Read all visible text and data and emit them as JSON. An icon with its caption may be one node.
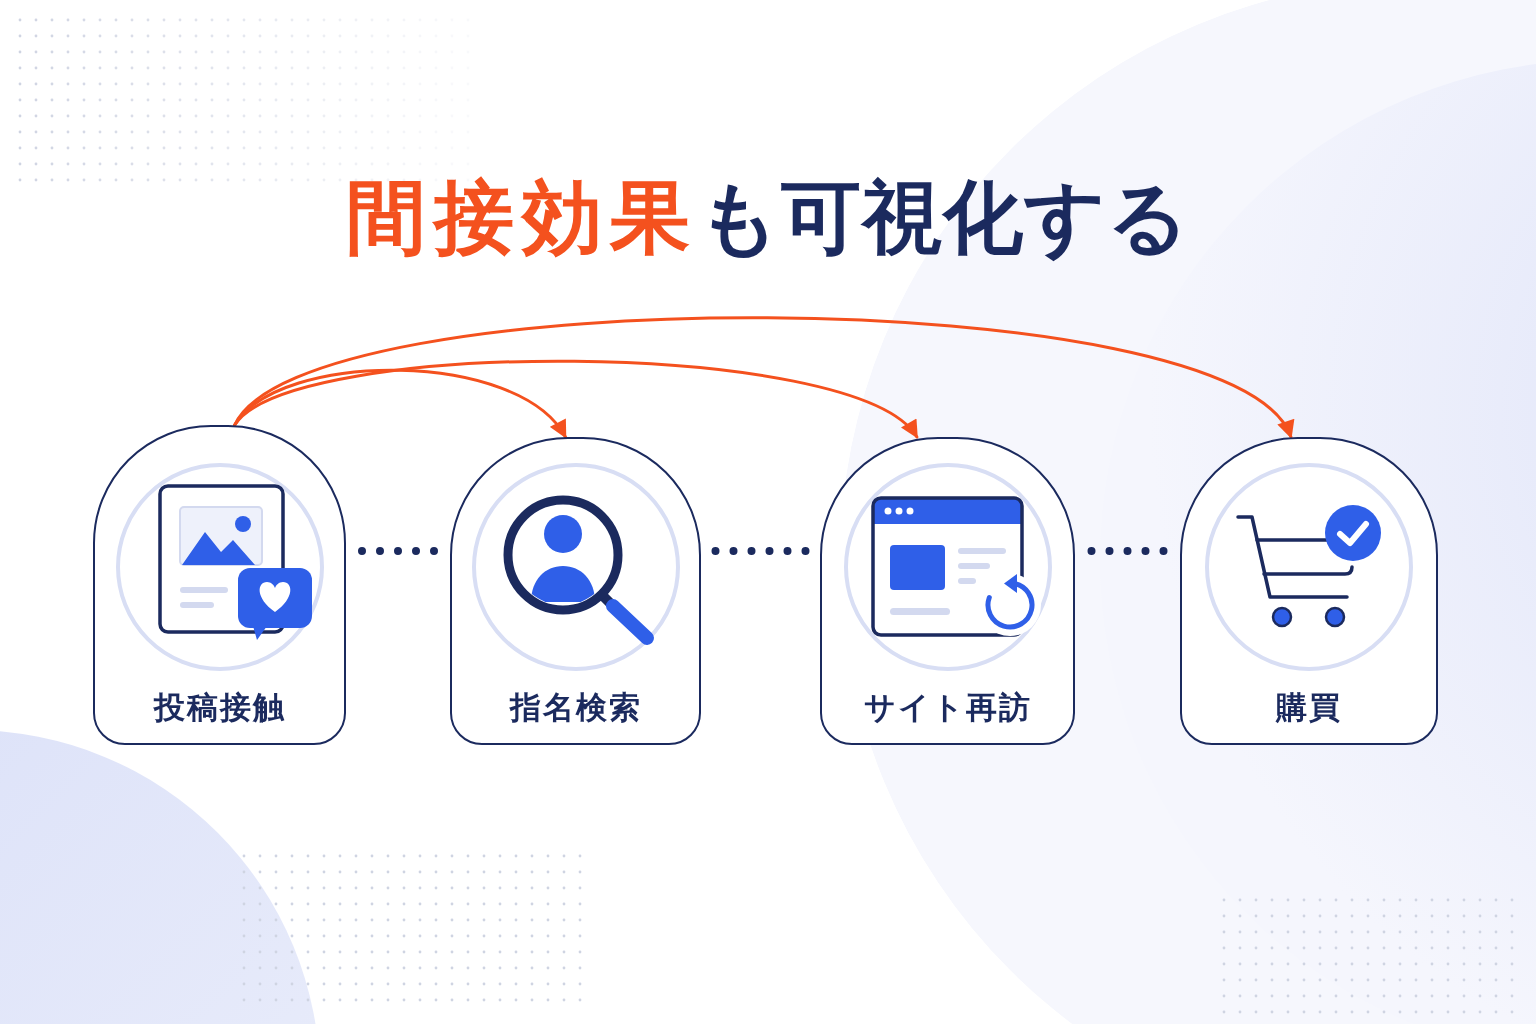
{
  "diagram": {
    "title": "**間接効果**も可視化する",
    "nodes": [
      {
        "text": [
          "投稿接触"
        ]
      },
      {
        "text": [
          "指名検索"
        ]
      },
      {
        "text": [
          "サイト再訪"
        ]
      },
      {
        "text": [
          "購買"
        ]
      }
    ],
    "edges": [
      {
        "from": 0,
        "to": 1,
        "arrow": "to",
        "color": "#f4511e"
      },
      {
        "from": 0,
        "to": 2,
        "arrow": "to",
        "color": "#f4511e"
      },
      {
        "from": 0,
        "to": 3,
        "arrow": "to",
        "color": "#f4511e"
      },
      {
        "from": 0,
        "to": 1,
        "arrow": "none",
        "style": "dashed",
        "color": "#1b2a5e"
      },
      {
        "from": 1,
        "to": 2,
        "arrow": "none",
        "style": "dashed",
        "color": "#1b2a5e"
      },
      {
        "from": 2,
        "to": 3,
        "arrow": "none",
        "style": "dashed",
        "color": "#1b2a5e"
      }
    ]
  }
}
